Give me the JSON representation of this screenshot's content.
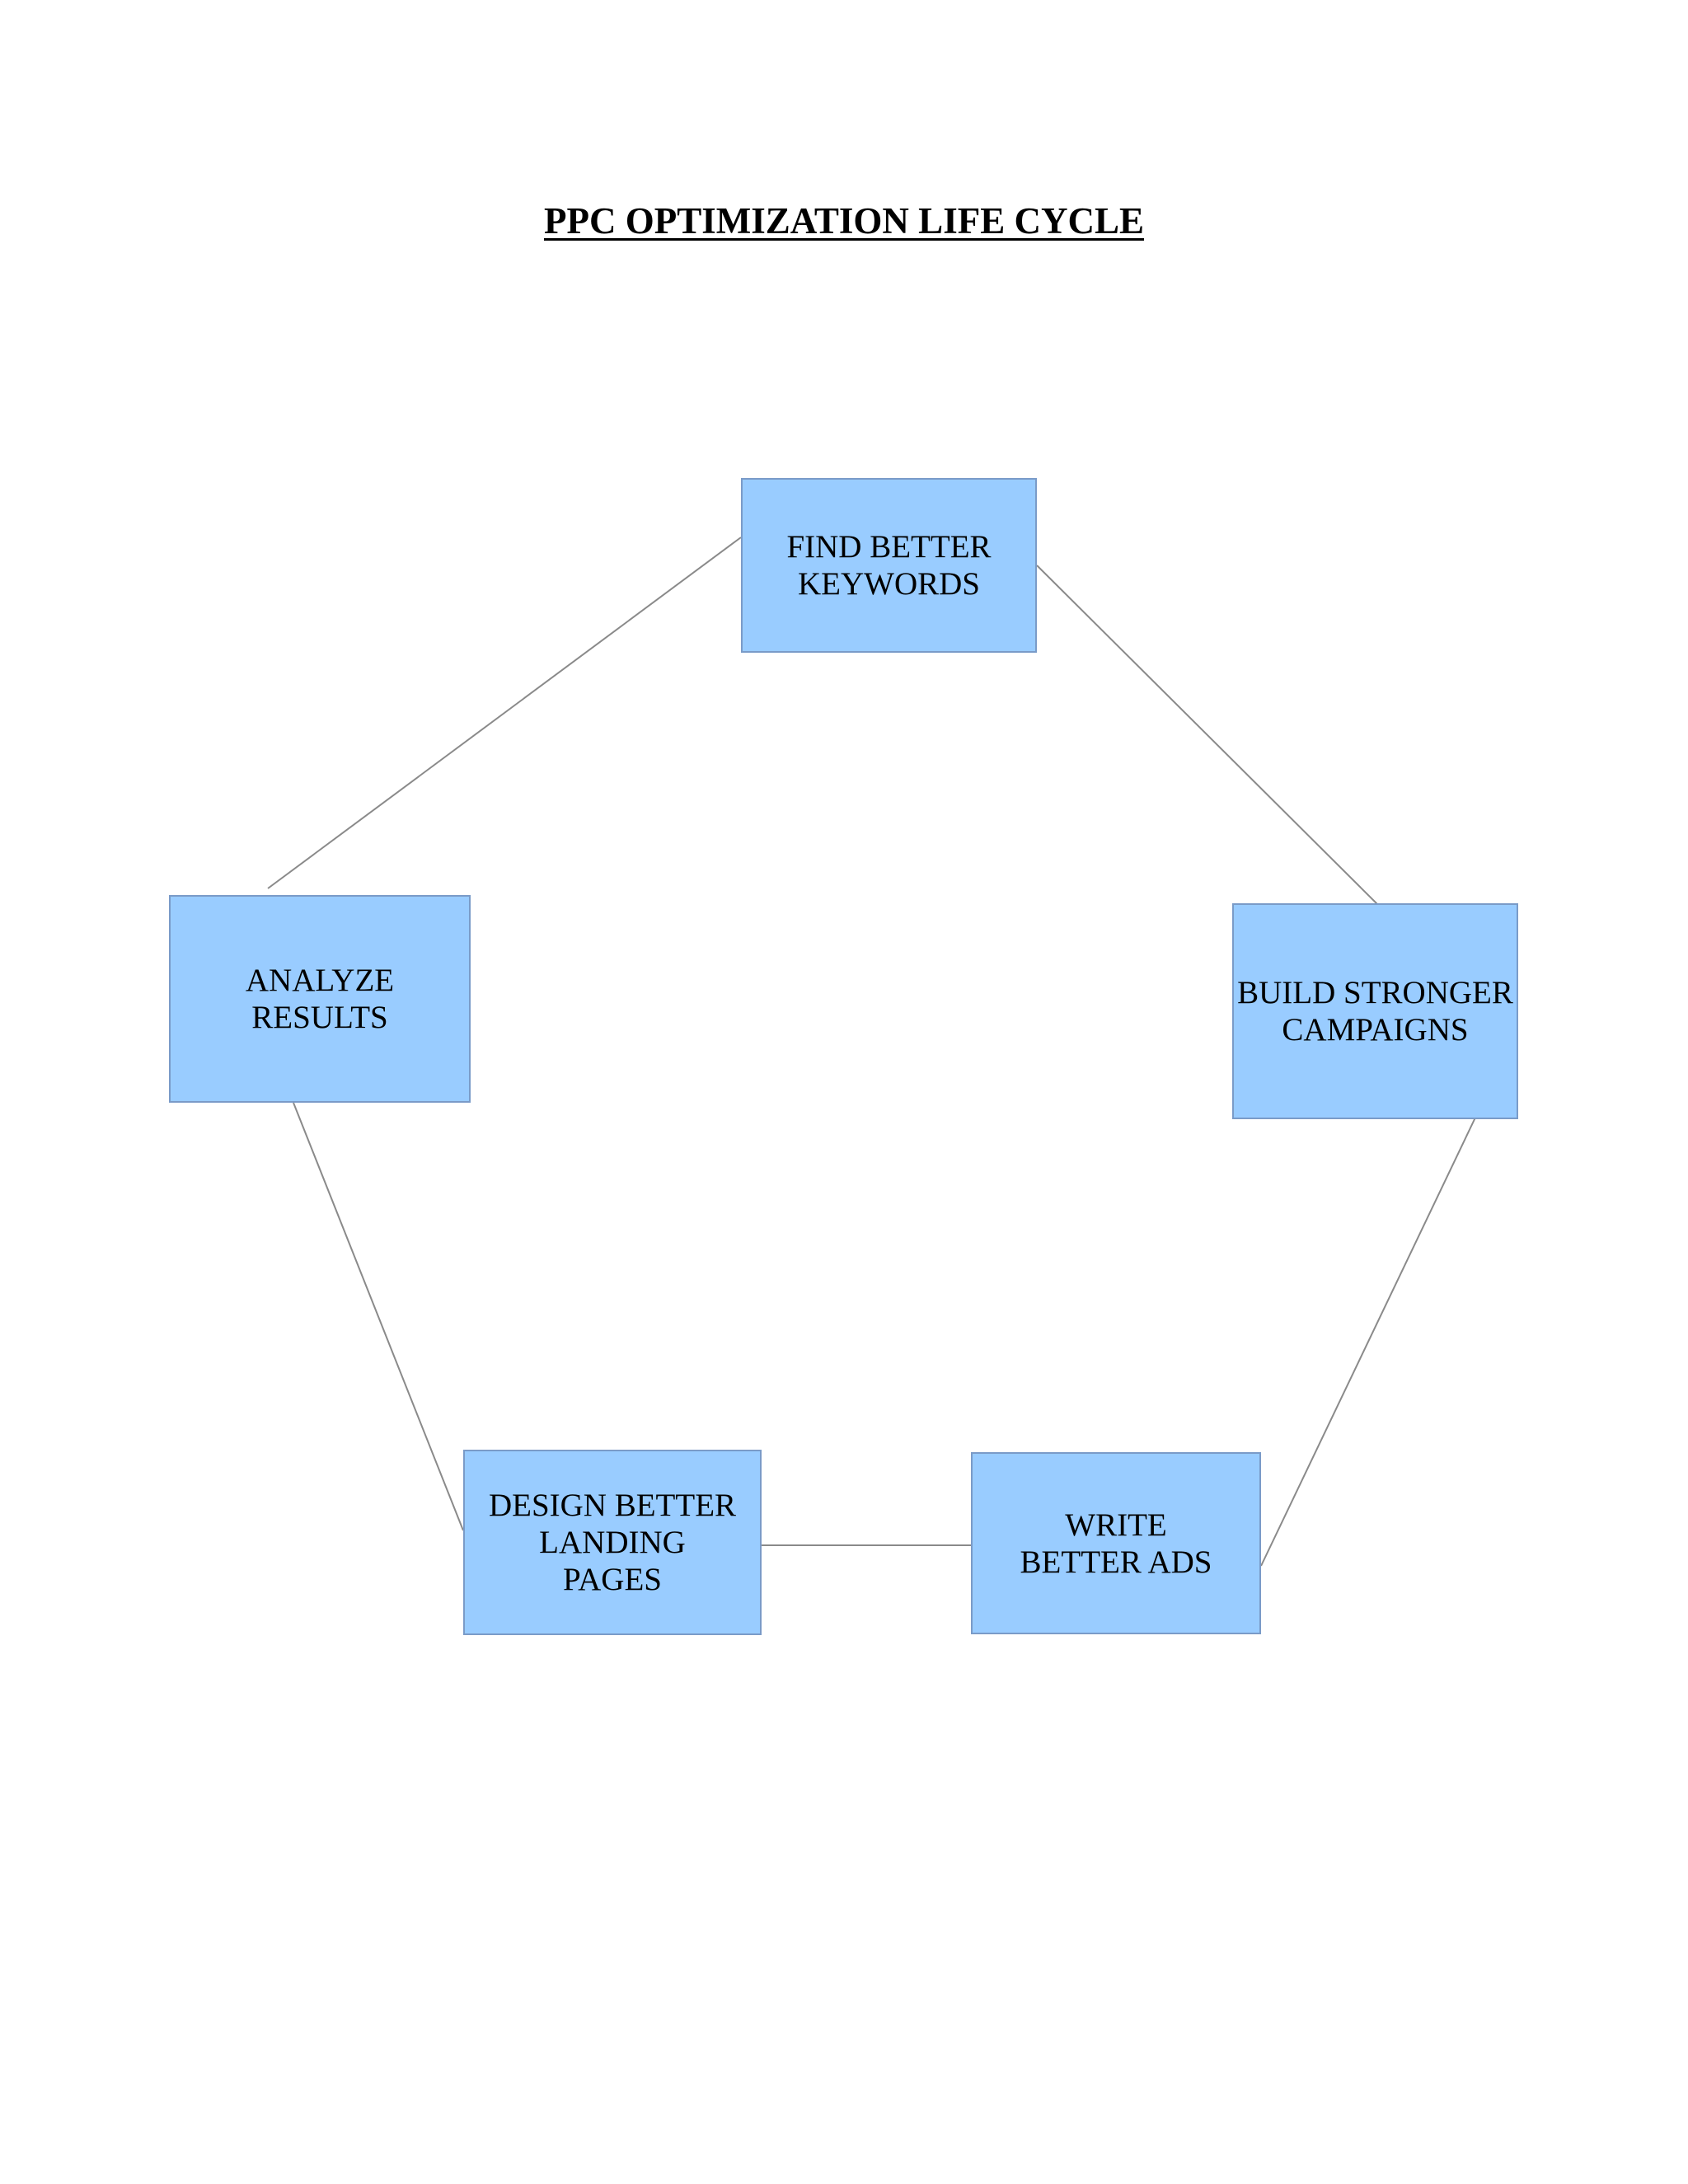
{
  "title": "PPC  OPTIMIZATION LIFE CYCLE",
  "colors": {
    "node_fill": "#99ccff",
    "node_border": "#7a9bc8",
    "connector": "#8a8a8a"
  },
  "nodes": [
    {
      "id": "keywords",
      "label": "FIND BETTER\nKEYWORDS"
    },
    {
      "id": "campaigns",
      "label": "BUILD STRONGER\nCAMPAIGNS"
    },
    {
      "id": "ads",
      "label": "WRITE\nBETTER ADS"
    },
    {
      "id": "landing",
      "label": "DESIGN BETTER\nLANDING\nPAGES"
    },
    {
      "id": "analyze",
      "label": "ANALYZE\nRESULTS"
    }
  ],
  "edges": [
    {
      "from": "keywords",
      "to": "campaigns"
    },
    {
      "from": "campaigns",
      "to": "ads"
    },
    {
      "from": "ads",
      "to": "landing"
    },
    {
      "from": "landing",
      "to": "analyze"
    },
    {
      "from": "analyze",
      "to": "keywords"
    }
  ]
}
